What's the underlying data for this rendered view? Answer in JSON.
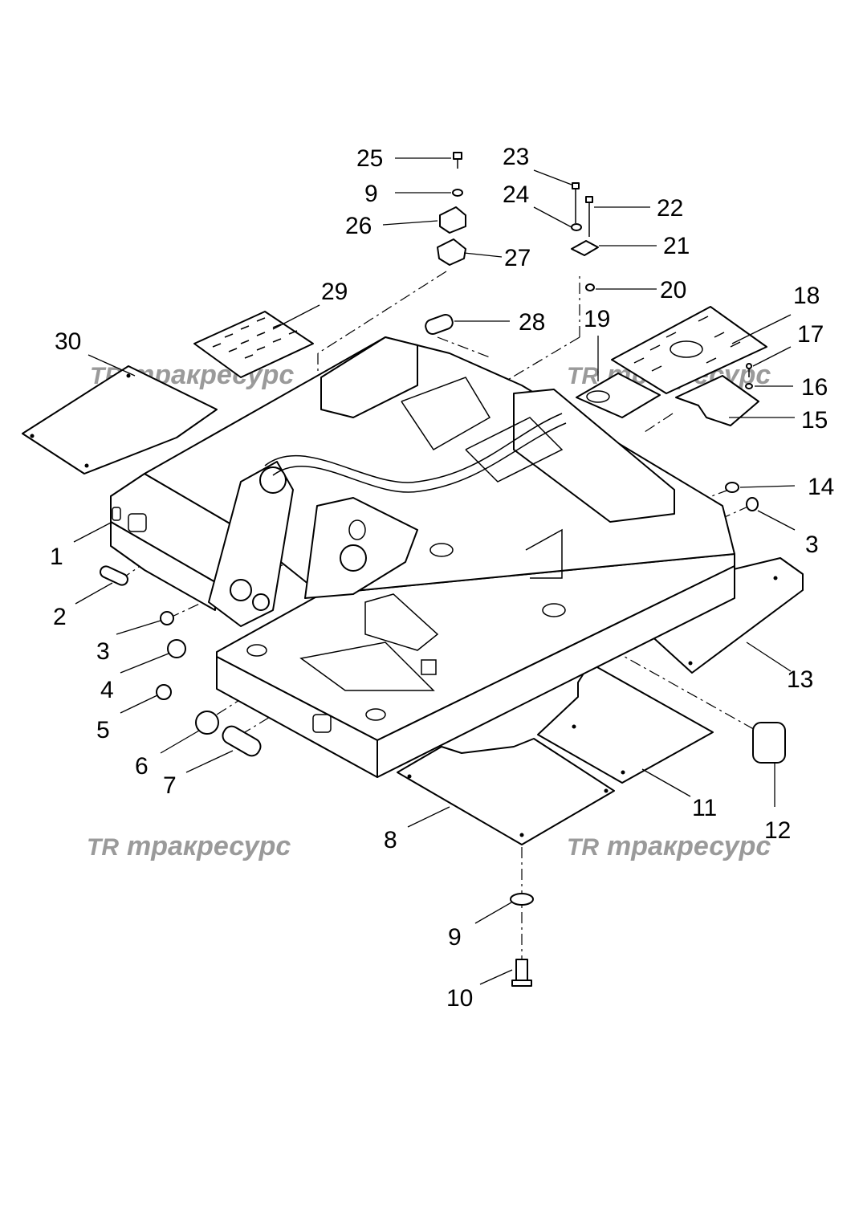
{
  "watermark": {
    "logo": "TR",
    "text": "тракресурс"
  },
  "callouts": [
    {
      "id": "c25",
      "label": "25"
    },
    {
      "id": "c9a",
      "label": "9"
    },
    {
      "id": "c26",
      "label": "26"
    },
    {
      "id": "c27",
      "label": "27"
    },
    {
      "id": "c23",
      "label": "23"
    },
    {
      "id": "c24",
      "label": "24"
    },
    {
      "id": "c22",
      "label": "22"
    },
    {
      "id": "c21",
      "label": "21"
    },
    {
      "id": "c20",
      "label": "20"
    },
    {
      "id": "c29",
      "label": "29"
    },
    {
      "id": "c28",
      "label": "28"
    },
    {
      "id": "c19",
      "label": "19"
    },
    {
      "id": "c18",
      "label": "18"
    },
    {
      "id": "c17",
      "label": "17"
    },
    {
      "id": "c16",
      "label": "16"
    },
    {
      "id": "c15",
      "label": "15"
    },
    {
      "id": "c30",
      "label": "30"
    },
    {
      "id": "c14",
      "label": "14"
    },
    {
      "id": "c3a",
      "label": "3"
    },
    {
      "id": "c1",
      "label": "1"
    },
    {
      "id": "c2",
      "label": "2"
    },
    {
      "id": "c3b",
      "label": "3"
    },
    {
      "id": "c4",
      "label": "4"
    },
    {
      "id": "c5",
      "label": "5"
    },
    {
      "id": "c6",
      "label": "6"
    },
    {
      "id": "c7",
      "label": "7"
    },
    {
      "id": "c13",
      "label": "13"
    },
    {
      "id": "c11",
      "label": "11"
    },
    {
      "id": "c12",
      "label": "12"
    },
    {
      "id": "c8",
      "label": "8"
    },
    {
      "id": "c9b",
      "label": "9"
    },
    {
      "id": "c10",
      "label": "10"
    }
  ]
}
